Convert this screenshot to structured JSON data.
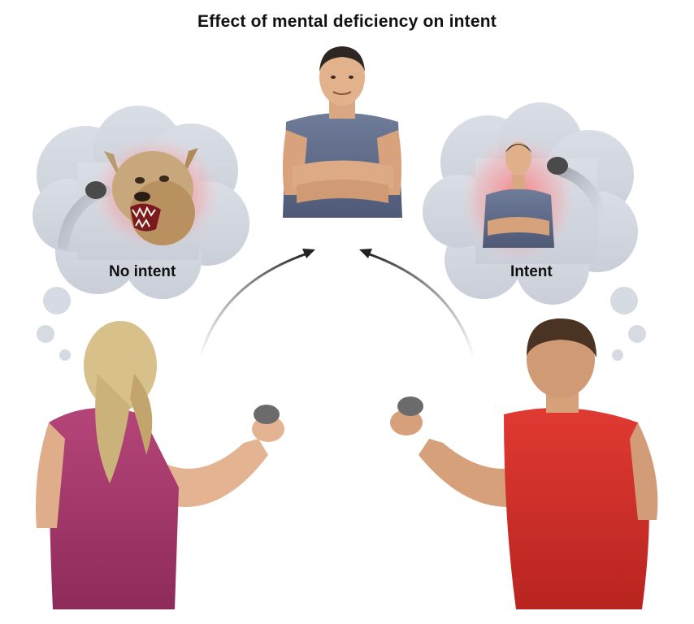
{
  "title": "Effect of mental deficiency on intent",
  "labels": {
    "left_thought": "No intent",
    "right_thought": "Intent"
  }
}
